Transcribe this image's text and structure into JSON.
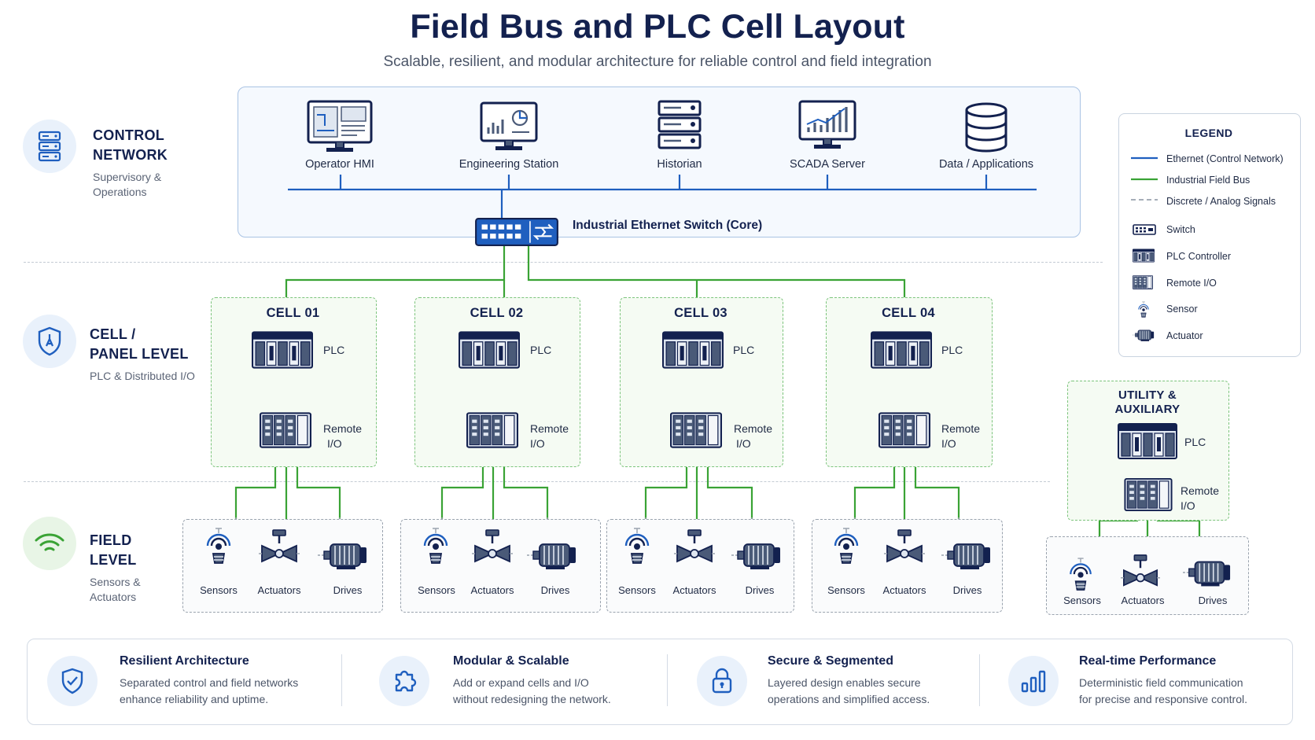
{
  "title": "Field Bus and PLC Cell Layout",
  "subtitle": "Scalable, resilient, and modular architecture for reliable control and field integration",
  "levels": [
    {
      "title_lines": [
        "CONTROL",
        "NETWORK"
      ],
      "sub_lines": [
        "Supervisory &",
        "Operations"
      ],
      "icon": "server-rack-icon"
    },
    {
      "title_lines": [
        "CELL /",
        "PANEL LEVEL"
      ],
      "sub_lines": [
        "PLC & Distributed I/O"
      ],
      "icon": "shield-icon"
    },
    {
      "title_lines": [
        "FIELD",
        "LEVEL"
      ],
      "sub_lines": [
        "Sensors &",
        "Actuators"
      ],
      "icon": "wireless-icon"
    }
  ],
  "control_devices": [
    {
      "label": "Operator HMI",
      "icon": "hmi-monitor-icon"
    },
    {
      "label": "Engineering Station",
      "icon": "engineering-station-icon"
    },
    {
      "label": "Historian",
      "icon": "historian-server-icon"
    },
    {
      "label": "SCADA Server",
      "icon": "scada-monitor-icon"
    },
    {
      "label": "Data / Applications",
      "icon": "database-icon"
    }
  ],
  "core_switch": {
    "label": "Industrial Ethernet Switch (Core)",
    "icon": "switch-icon"
  },
  "cells": [
    {
      "title": "CELL 01",
      "plc_label": "PLC",
      "rio_lines": [
        "Remote",
        "I/O"
      ]
    },
    {
      "title": "CELL 02",
      "plc_label": "PLC",
      "rio_lines": [
        "Remote",
        "I/O"
      ]
    },
    {
      "title": "CELL 03",
      "plc_label": "PLC",
      "rio_lines": [
        "Remote",
        "I/O"
      ]
    },
    {
      "title": "CELL 04",
      "plc_label": "PLC",
      "rio_lines": [
        "Remote",
        "I/O"
      ]
    }
  ],
  "utility": {
    "title_lines": [
      "UTILITY &",
      "AUXILIARY"
    ],
    "plc_label": "PLC",
    "rio_lines": [
      "Remote",
      "I/O"
    ]
  },
  "field_labels": {
    "sensors": "Sensors",
    "actuators": "Actuators",
    "drives": "Drives"
  },
  "legend": {
    "title": "LEGEND",
    "items": [
      {
        "label": "Ethernet (Control Network)",
        "kind": "line-ethernet"
      },
      {
        "label": "Industrial Field Bus",
        "kind": "line-fieldbus"
      },
      {
        "label": "Discrete / Analog Signals",
        "kind": "line-signal"
      },
      {
        "label": "Switch",
        "kind": "switch-icon"
      },
      {
        "label": "PLC Controller",
        "kind": "plc-icon"
      },
      {
        "label": "Remote I/O",
        "kind": "remote-io-icon"
      },
      {
        "label": "Sensor",
        "kind": "sensor-icon"
      },
      {
        "label": "Actuator",
        "kind": "actuator-icon"
      }
    ]
  },
  "features": [
    {
      "title": "Resilient Architecture",
      "desc_lines": [
        "Separated control and field networks",
        "enhance reliability and uptime."
      ],
      "icon": "shield-check-icon"
    },
    {
      "title": "Modular & Scalable",
      "desc_lines": [
        "Add or expand cells and I/O",
        "without redesigning the network."
      ],
      "icon": "puzzle-icon"
    },
    {
      "title": "Secure & Segmented",
      "desc_lines": [
        "Layered design enables secure",
        "operations and simplified access."
      ],
      "icon": "lock-icon"
    },
    {
      "title": "Real-time Performance",
      "desc_lines": [
        "Deterministic field communication",
        "for precise and responsive control."
      ],
      "icon": "bar-chart-icon"
    }
  ],
  "colors": {
    "ethernet": "#1f5fbf",
    "fieldbus": "#3aa335",
    "signal": "#9aa3ae",
    "navy": "#13214f",
    "accent_bg": "#e9f1fb"
  }
}
